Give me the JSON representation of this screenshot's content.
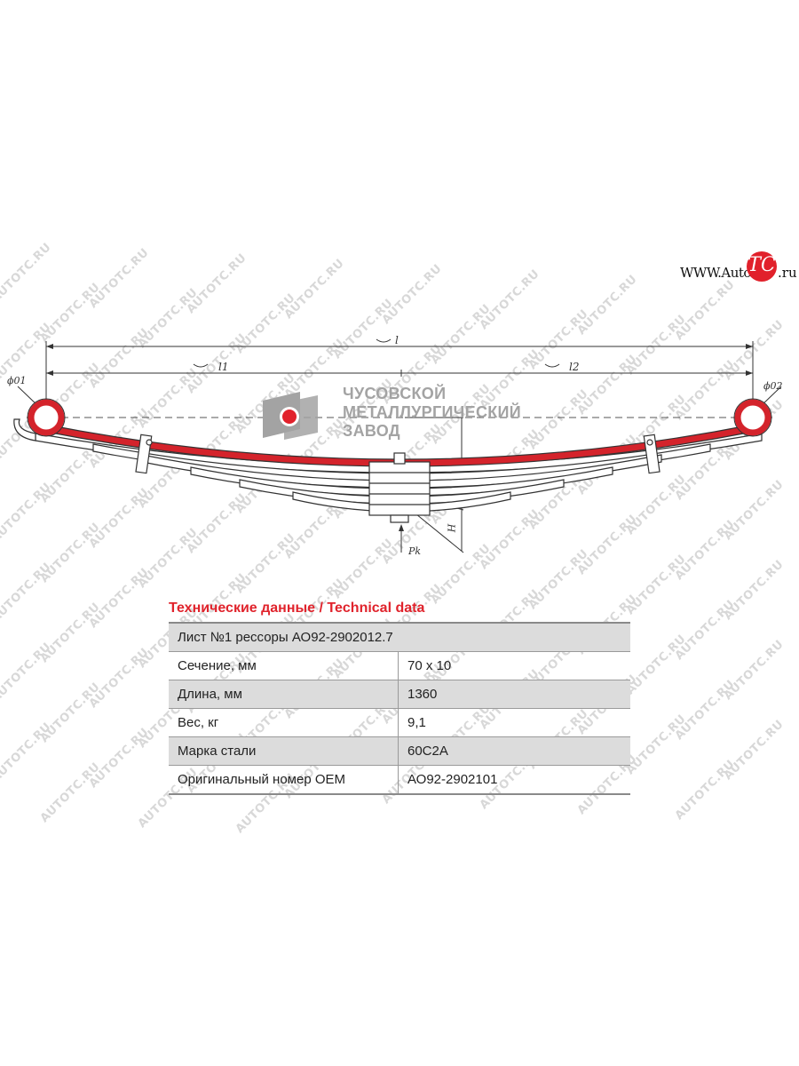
{
  "watermark_text": "AUTOTC.RU",
  "brand": {
    "www": "WWW.Auto",
    "circle": "TC",
    "suffix": ".ru"
  },
  "manufacturer": {
    "lines": [
      "ЧУСОВСКОЙ",
      "МЕТАЛЛУРГИЧЕСКИЙ",
      "ЗАВОД"
    ],
    "accent_color": "#e1212b",
    "mark_color": "#a3a3a3"
  },
  "drawing": {
    "labels": {
      "l": "l",
      "l1": "l1",
      "l2": "l2",
      "d1": "ϕ01",
      "d2": "ϕ02",
      "h": "H",
      "p": "Pk"
    },
    "highlight_color": "#d4232b"
  },
  "spec": {
    "title": "Технические данные / Technical data",
    "header": "Лист №1 рессоры АО92-2902012.7",
    "rows": [
      {
        "param": "Сечение, мм",
        "value": "70 x 10"
      },
      {
        "param": "Длина, мм",
        "value": "1360"
      },
      {
        "param": "Вес, кг",
        "value": "9,1"
      },
      {
        "param": "Марка стали",
        "value": "60С2А"
      },
      {
        "param": "Оригинальный номер OEM",
        "value": "АО92-2902101"
      }
    ]
  }
}
